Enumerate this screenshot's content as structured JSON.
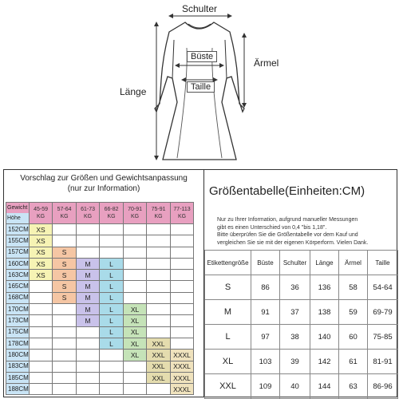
{
  "diagram": {
    "labels": {
      "shoulder": "Schulter",
      "chest": "Büste",
      "sleeve": "Ärmel",
      "length": "Länge",
      "waist": "Taille"
    }
  },
  "left_panel": {
    "title_line1": "Vorschlag zur Größen und Gewichtsanpassung",
    "title_line2": "(nur zur Information)",
    "corner_weight": "Gewicht",
    "corner_height": "Höhe",
    "weights": [
      "45-59 KG",
      "57-64 KG",
      "61-73 KG",
      "66-82 KG",
      "70-91 KG",
      "75-91 KG",
      "77-113 KG"
    ],
    "heights": [
      "152CM",
      "155CM",
      "157CM",
      "160CM",
      "163CM",
      "165CM",
      "168CM",
      "170CM",
      "173CM",
      "175CM",
      "178CM",
      "180CM",
      "183CM",
      "185CM",
      "188CM"
    ],
    "size_colors": {
      "XS": "#f6f3b4",
      "S": "#f5c6a4",
      "M": "#c9c2ea",
      "L": "#a9dbe9",
      "XL": "#c5e3b8",
      "XXL": "#e4dcae",
      "XXXL": "#efe2bd"
    },
    "grid": [
      [
        "XS",
        "",
        "",
        "",
        "",
        "",
        ""
      ],
      [
        "XS",
        "",
        "",
        "",
        "",
        "",
        ""
      ],
      [
        "XS",
        "S",
        "",
        "",
        "",
        "",
        ""
      ],
      [
        "XS",
        "S",
        "M",
        "L",
        "",
        "",
        ""
      ],
      [
        "XS",
        "S",
        "M",
        "L",
        "",
        "",
        ""
      ],
      [
        "",
        "S",
        "M",
        "L",
        "",
        "",
        ""
      ],
      [
        "",
        "S",
        "M",
        "L",
        "",
        "",
        ""
      ],
      [
        "",
        "",
        "M",
        "L",
        "XL",
        "",
        ""
      ],
      [
        "",
        "",
        "M",
        "L",
        "XL",
        "",
        ""
      ],
      [
        "",
        "",
        "",
        "L",
        "XL",
        "",
        ""
      ],
      [
        "",
        "",
        "",
        "L",
        "XL",
        "XXL",
        ""
      ],
      [
        "",
        "",
        "",
        "",
        "XL",
        "XXL",
        "XXXL"
      ],
      [
        "",
        "",
        "",
        "",
        "",
        "XXL",
        "XXXL"
      ],
      [
        "",
        "",
        "",
        "",
        "",
        "XXL",
        "XXXL"
      ],
      [
        "",
        "",
        "",
        "",
        "",
        "",
        "XXXL"
      ]
    ]
  },
  "right_panel": {
    "title": "Größentabelle(Einheiten:CM)",
    "note_lines": [
      "Nur zu Ihrer Information, aufgrund manueller Messungen",
      "gibt es einen Unterschied von 0,4 \"bis 1,18\".",
      "Bitte überprüfen Sie die Größentabelle vor dem Kauf und",
      "vergleichen Sie sie mit der eigenen Körperform. Vielen Dank."
    ],
    "columns": [
      "Etikettengröße",
      "Büste",
      "Schulter",
      "Länge",
      "Ärmel",
      "Taille"
    ],
    "rows": [
      [
        "S",
        "86",
        "36",
        "136",
        "58",
        "54-64"
      ],
      [
        "M",
        "91",
        "37",
        "138",
        "59",
        "69-79"
      ],
      [
        "L",
        "97",
        "38",
        "140",
        "60",
        "75-85"
      ],
      [
        "XL",
        "103",
        "39",
        "142",
        "61",
        "81-91"
      ],
      [
        "XXL",
        "109",
        "40",
        "144",
        "63",
        "86-96"
      ]
    ]
  }
}
